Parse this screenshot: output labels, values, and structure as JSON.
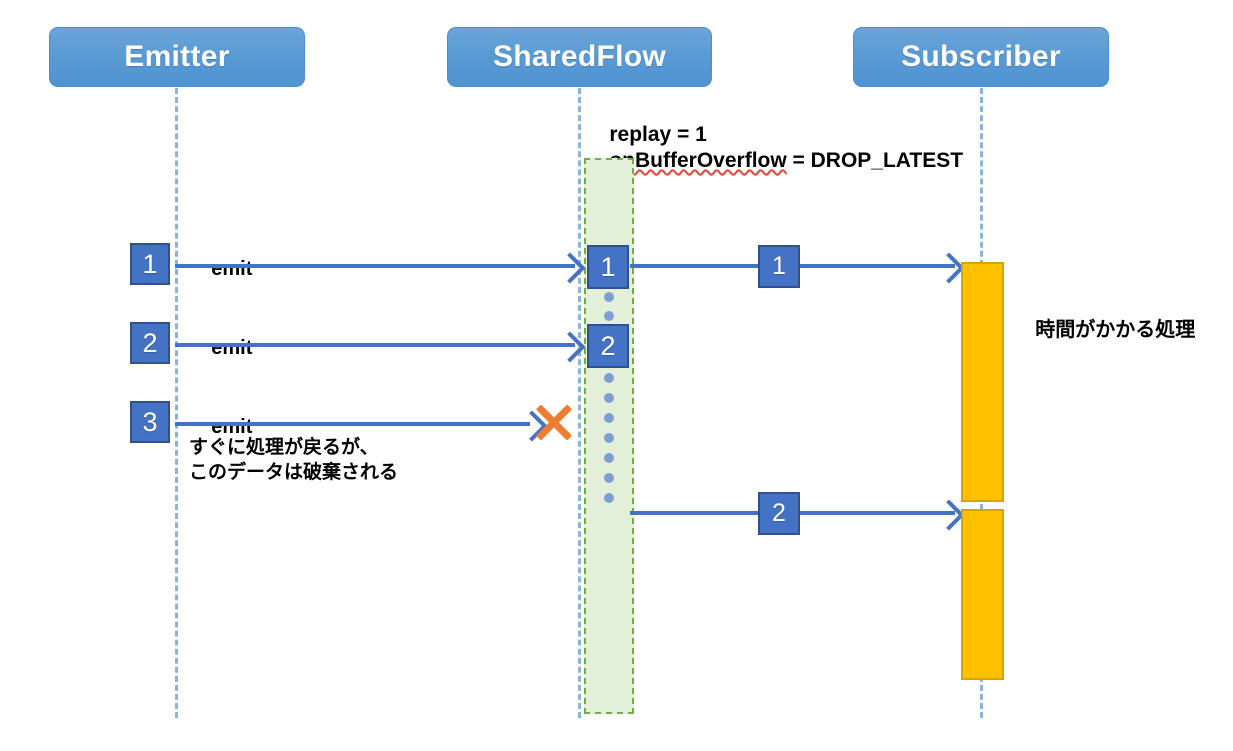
{
  "diagram": {
    "type": "sequence-diagram",
    "title_present": false,
    "background": "#ffffff",
    "colors": {
      "participant_fill": "#5B9BD5",
      "participant_text": "#FFFFFF",
      "lifeline": "#8AB4E0",
      "buffer_fill": "#E2EFD9",
      "buffer_border": "#70AD47",
      "item_fill": "#4472C4",
      "item_border": "#2F528F",
      "arrow": "#4472C4",
      "drop_marker": "#ED7D31",
      "activation_fill": "#FFC000",
      "activation_border": "#D9A300",
      "text": "#000000",
      "spellcheck_underline": "#E8453C"
    },
    "participants": [
      {
        "id": "emitter",
        "label": "Emitter"
      },
      {
        "id": "sharedflow",
        "label": "SharedFlow"
      },
      {
        "id": "subscriber",
        "label": "Subscriber"
      }
    ],
    "config_note": {
      "line1_key": "replay",
      "line1_eq": "=",
      "line1_value": "1",
      "line2_key": "onBufferOverflow",
      "line2_eq": "=",
      "line2_value": "DROP_LATEST",
      "line1_text": "replay = 1",
      "line2_text": "onBufferOverflow = DROP_LATEST",
      "spellchecked_word": "onBufferOverflow"
    },
    "emissions": [
      {
        "index": "1",
        "label": "emit",
        "delivered": true
      },
      {
        "index": "2",
        "label": "emit",
        "delivered": true
      },
      {
        "index": "3",
        "label": "emit",
        "delivered": false,
        "drop_marker": "x-mark"
      }
    ],
    "buffer_items": [
      {
        "index": "1"
      },
      {
        "index": "2"
      }
    ],
    "deliveries": [
      {
        "index": "1"
      },
      {
        "index": "2"
      }
    ],
    "annotations": {
      "dropped_note_line1": "すぐに処理が戻るが、",
      "dropped_note_line2": "このデータは破棄される",
      "slow_processing": "時間がかかる処理"
    }
  }
}
